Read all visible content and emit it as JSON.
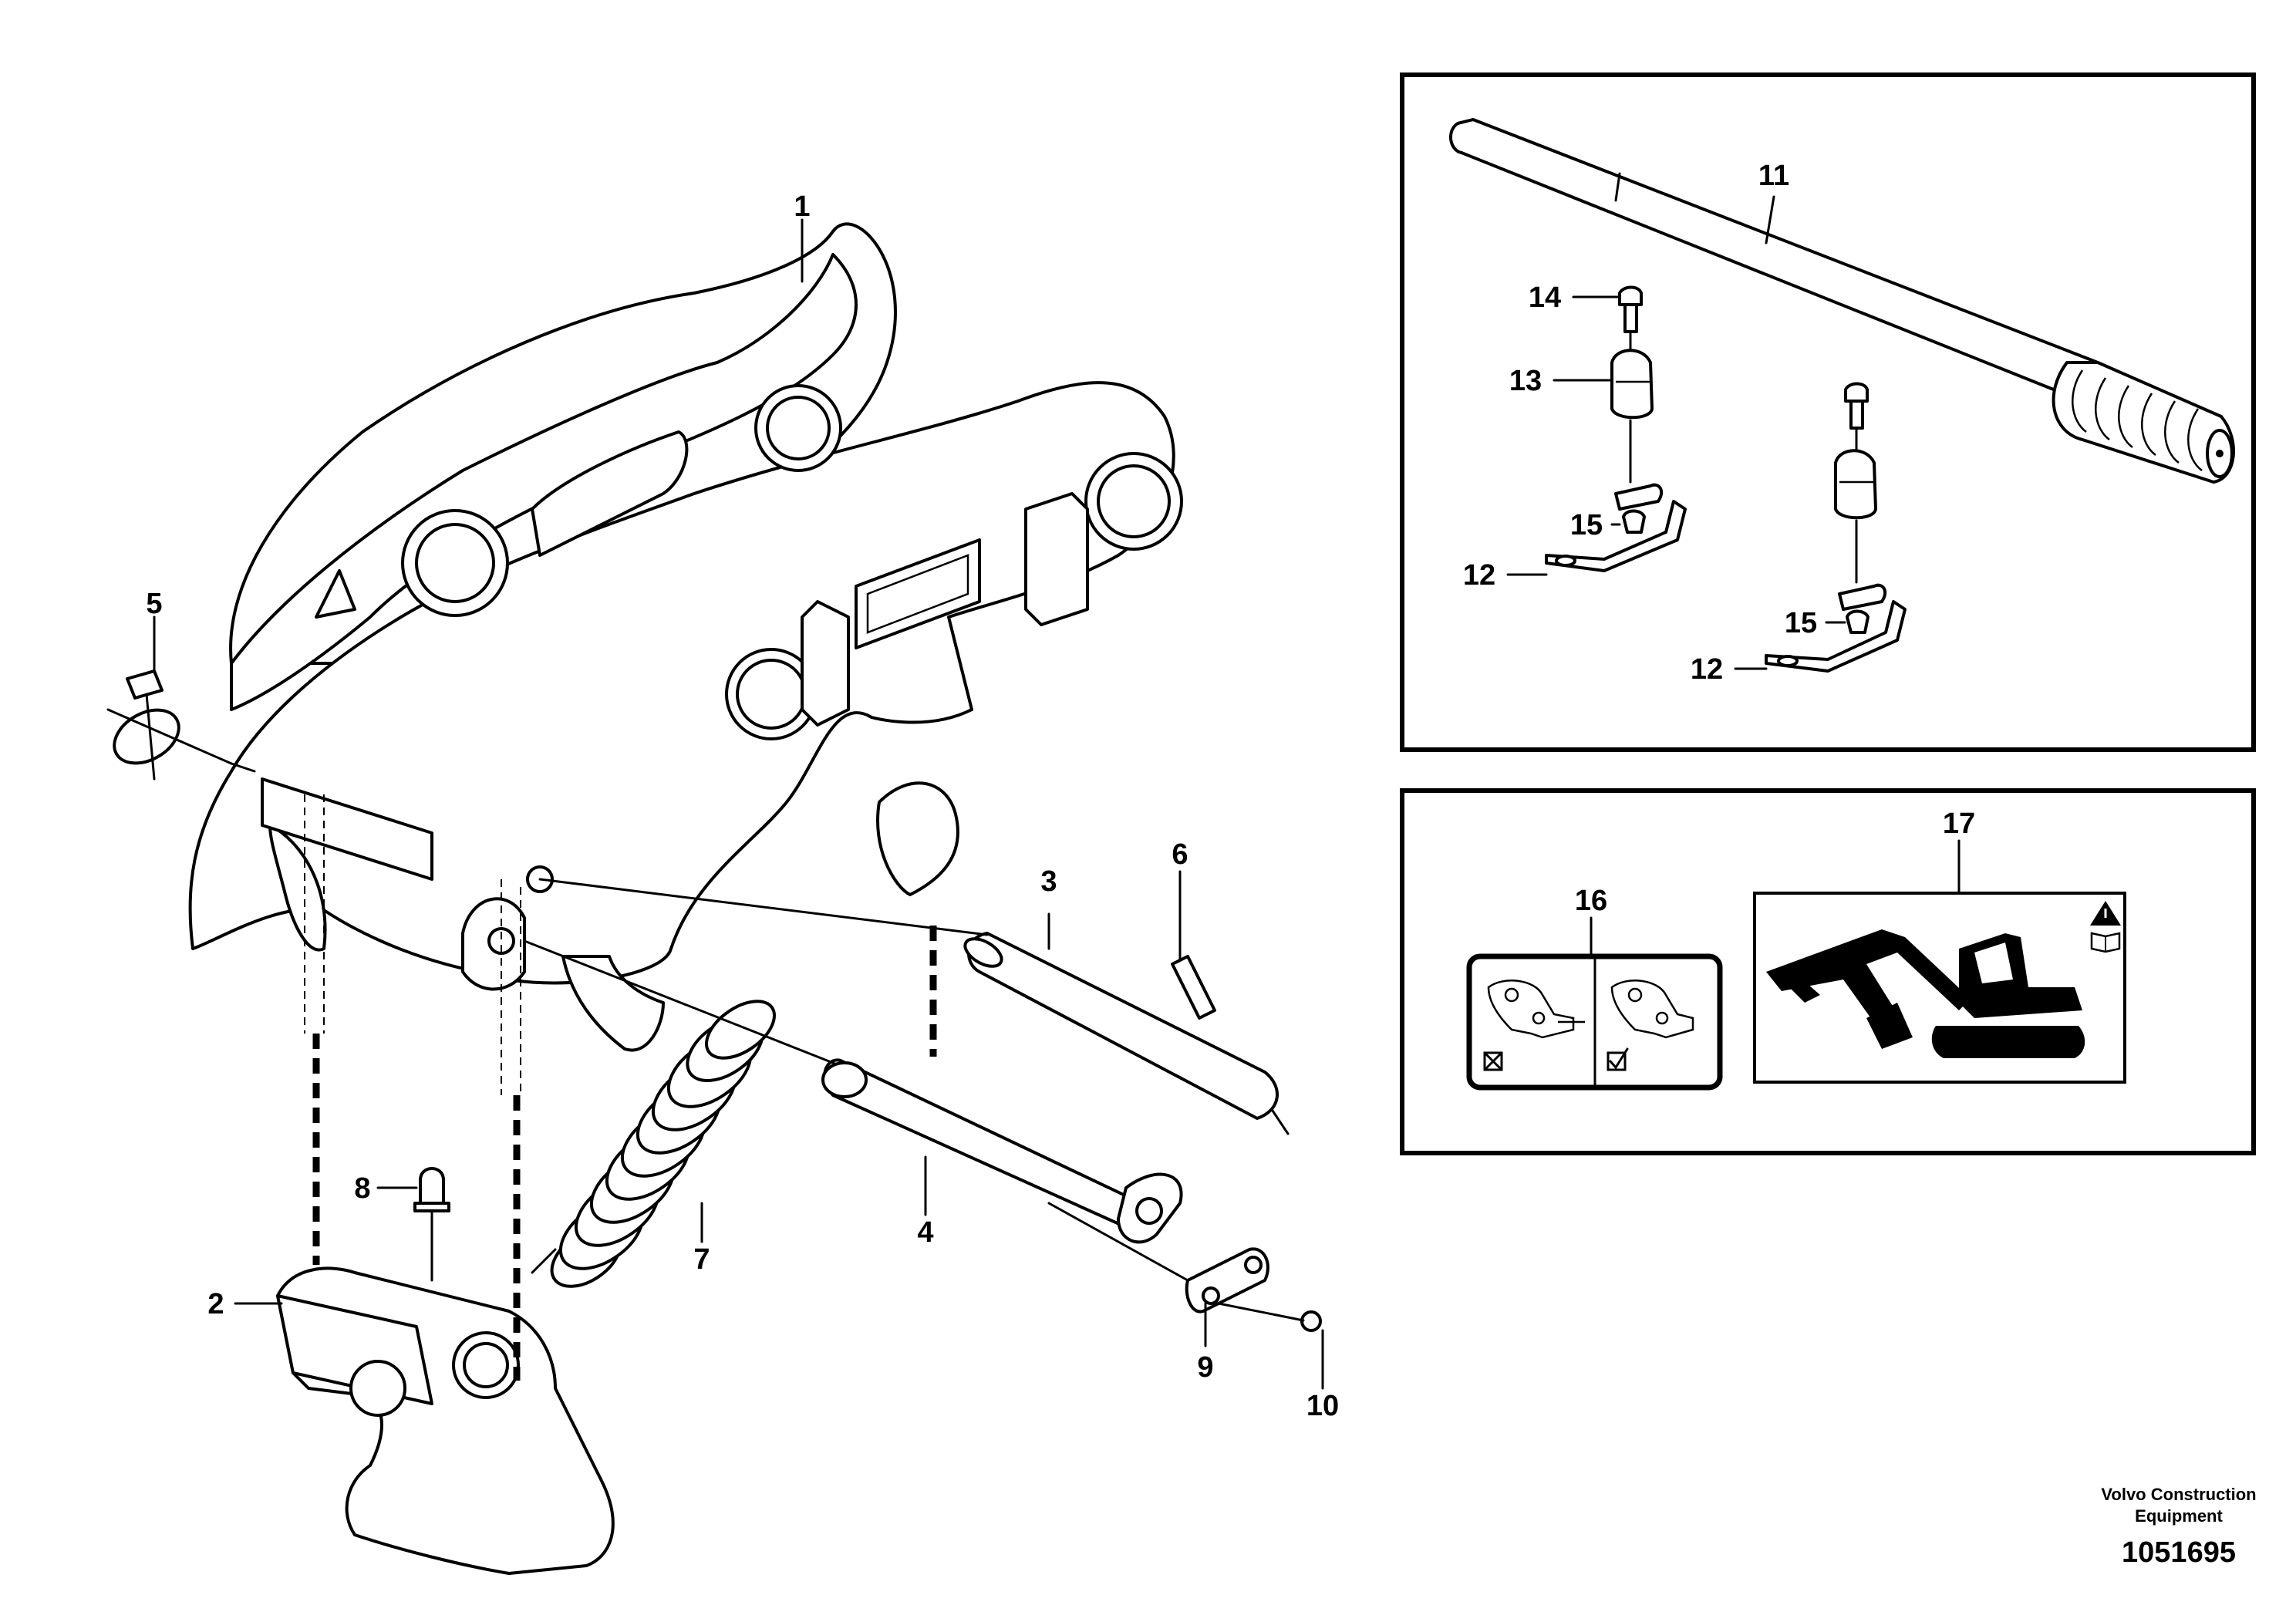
{
  "callouts": {
    "c1": "1",
    "c2": "2",
    "c3": "3",
    "c4": "4",
    "c5": "5",
    "c6": "6",
    "c7": "7",
    "c8": "8",
    "c9": "9",
    "c10": "10",
    "c11": "11",
    "c12a": "12",
    "c12b": "12",
    "c13": "13",
    "c14": "14",
    "c15a": "15",
    "c15b": "15",
    "c16": "16",
    "c17": "17"
  },
  "credit": {
    "line1": "Volvo Construction",
    "line2": "Equipment",
    "number": "1051695"
  }
}
